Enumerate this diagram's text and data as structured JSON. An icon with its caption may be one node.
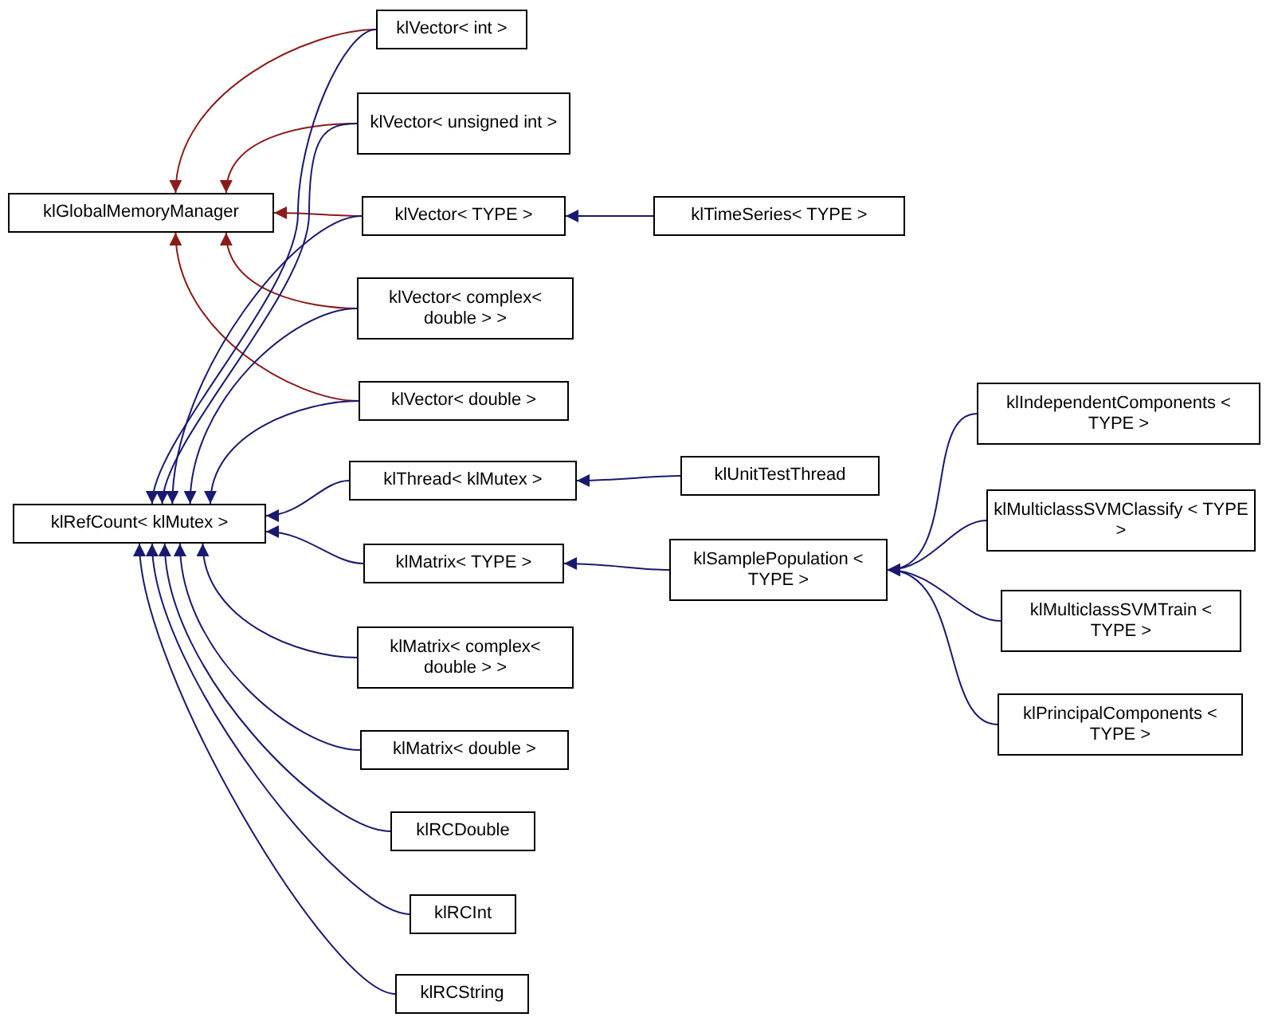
{
  "diagram": {
    "nodes": [
      {
        "text": [
          "klGlobalMemoryManager"
        ]
      },
      {
        "text": [
          "klRefCount< klMutex >"
        ]
      },
      {
        "text": [
          "klVector< int >"
        ]
      },
      {
        "text": [
          "klVector< unsigned int >"
        ]
      },
      {
        "text": [
          "klVector< TYPE >"
        ]
      },
      {
        "text": [
          "klTimeSeries< TYPE >"
        ]
      },
      {
        "text": [
          "klVector< complex< double > >"
        ]
      },
      {
        "text": [
          "klVector< double >"
        ]
      },
      {
        "text": [
          "klThread< klMutex >"
        ]
      },
      {
        "text": [
          "klUnitTestThread"
        ]
      },
      {
        "text": [
          "klMatrix< TYPE >"
        ]
      },
      {
        "text": [
          "klSamplePopulation < TYPE >"
        ]
      },
      {
        "text": [
          "klIndependentComponents < TYPE >"
        ]
      },
      {
        "text": [
          "klMulticlassSVMClassify < TYPE >"
        ]
      },
      {
        "text": [
          "klMulticlassSVMTrain < TYPE >"
        ]
      },
      {
        "text": [
          "klPrincipalComponents < TYPE >"
        ]
      },
      {
        "text": [
          "klMatrix< complex< double > >"
        ]
      },
      {
        "text": [
          "klMatrix< double >"
        ]
      },
      {
        "text": [
          "klRCDouble"
        ]
      },
      {
        "text": [
          "klRCInt"
        ]
      },
      {
        "text": [
          "klRCString"
        ]
      }
    ],
    "edges": [
      {
        "from": 2,
        "to": 0,
        "arrow": "to",
        "color": "#8b1a1a"
      },
      {
        "from": 3,
        "to": 0,
        "arrow": "to",
        "color": "#8b1a1a"
      },
      {
        "from": 4,
        "to": 0,
        "arrow": "to",
        "color": "#8b1a1a"
      },
      {
        "from": 6,
        "to": 0,
        "arrow": "to",
        "color": "#8b1a1a"
      },
      {
        "from": 7,
        "to": 0,
        "arrow": "to",
        "color": "#8b1a1a"
      },
      {
        "from": 2,
        "to": 1,
        "arrow": "to"
      },
      {
        "from": 3,
        "to": 1,
        "arrow": "to"
      },
      {
        "from": 4,
        "to": 1,
        "arrow": "to"
      },
      {
        "from": 6,
        "to": 1,
        "arrow": "to"
      },
      {
        "from": 7,
        "to": 1,
        "arrow": "to"
      },
      {
        "from": 8,
        "to": 1,
        "arrow": "to"
      },
      {
        "from": 10,
        "to": 1,
        "arrow": "to"
      },
      {
        "from": 16,
        "to": 1,
        "arrow": "to"
      },
      {
        "from": 17,
        "to": 1,
        "arrow": "to"
      },
      {
        "from": 18,
        "to": 1,
        "arrow": "to"
      },
      {
        "from": 19,
        "to": 1,
        "arrow": "to"
      },
      {
        "from": 20,
        "to": 1,
        "arrow": "to"
      },
      {
        "from": 5,
        "to": 4,
        "arrow": "to"
      },
      {
        "from": 9,
        "to": 8,
        "arrow": "to"
      },
      {
        "from": 11,
        "to": 10,
        "arrow": "to"
      },
      {
        "from": 12,
        "to": 11,
        "arrow": "to"
      },
      {
        "from": 13,
        "to": 11,
        "arrow": "to"
      },
      {
        "from": 14,
        "to": 11,
        "arrow": "to"
      },
      {
        "from": 15,
        "to": 11,
        "arrow": "to"
      }
    ]
  }
}
